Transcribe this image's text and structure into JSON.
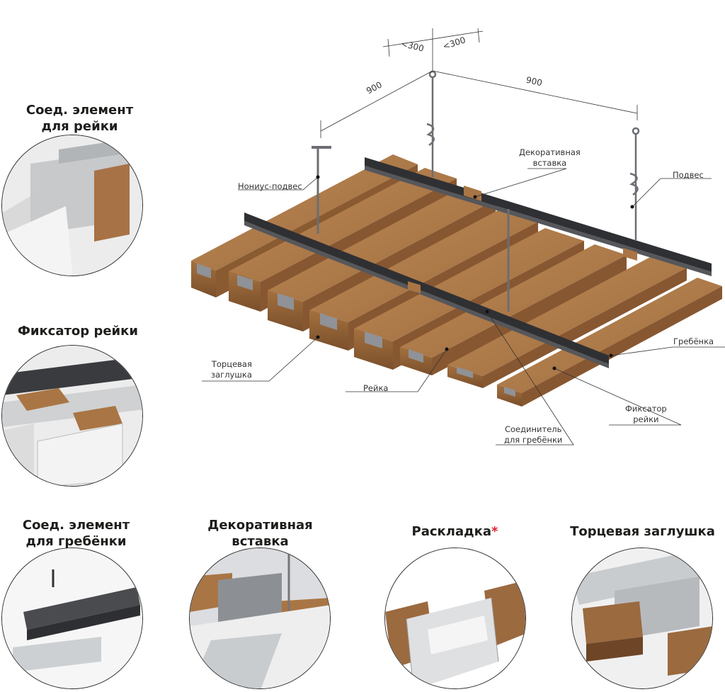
{
  "detail_titles": {
    "connector_rail": [
      "Соед. элемент",
      "для рейки"
    ],
    "rail_fixer": [
      "Фиксатор рейки"
    ],
    "connector_comb": [
      "Соед. элемент",
      "для гребёнки"
    ],
    "decor_insert": [
      "Декоративная",
      "вставка"
    ],
    "layout": "Раскладка",
    "layout_mark": "*",
    "end_cap": [
      "Торцевая заглушка"
    ]
  },
  "callouts": {
    "vernier_hanger": "Нониус-подвес",
    "decor_insert": [
      "Декоративная",
      "вставка"
    ],
    "hanger": "Подвес",
    "comb": "Гребёнка",
    "end_cap": [
      "Торцевая",
      "заглушка"
    ],
    "rail": "Рейка",
    "comb_connector": [
      "Соединитель",
      "для гребёнки"
    ],
    "rail_fixer": [
      "Фиксатор",
      "рейки"
    ]
  },
  "dimensions": {
    "left_offset": "<300",
    "right_offset": "<300",
    "left_span": "900",
    "right_span": "900"
  },
  "colors": {
    "wood": "#9b6a3f",
    "wood_dark": "#6e4526",
    "wood_light": "#b8834f",
    "metal": "#b9bcbf",
    "metal_dark": "#3c3d40",
    "accent_red": "#d9232e"
  }
}
